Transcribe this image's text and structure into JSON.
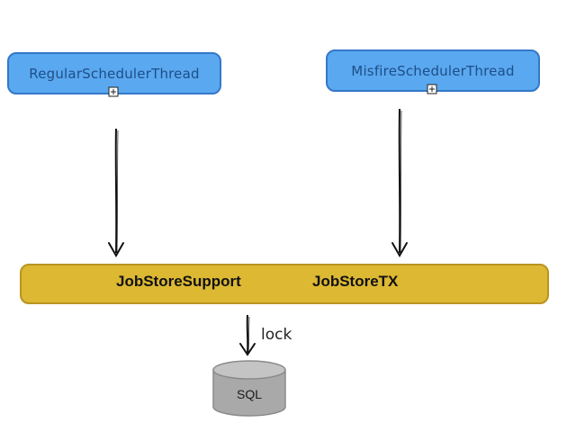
{
  "threads": {
    "regular": {
      "label": "RegularSchedulerThread",
      "expand_icon": "plus-square-icon"
    },
    "misfire": {
      "label": "MisfireSchedulerThread",
      "expand_icon": "plus-square-icon"
    }
  },
  "job_store": {
    "support_label": "JobStoreSupport",
    "tx_label": "JobStoreTX"
  },
  "edge": {
    "lock_label": "lock"
  },
  "database": {
    "label": "SQL",
    "icon": "database-cylinder-icon"
  },
  "colors": {
    "thread_fill": "#5aa8f0",
    "thread_stroke": "#3478c8",
    "store_fill": "#dcb833",
    "store_stroke": "#b89420",
    "db_fill": "#a9a9a9",
    "db_top": "#c4c4c4",
    "arrow": "#111111"
  }
}
